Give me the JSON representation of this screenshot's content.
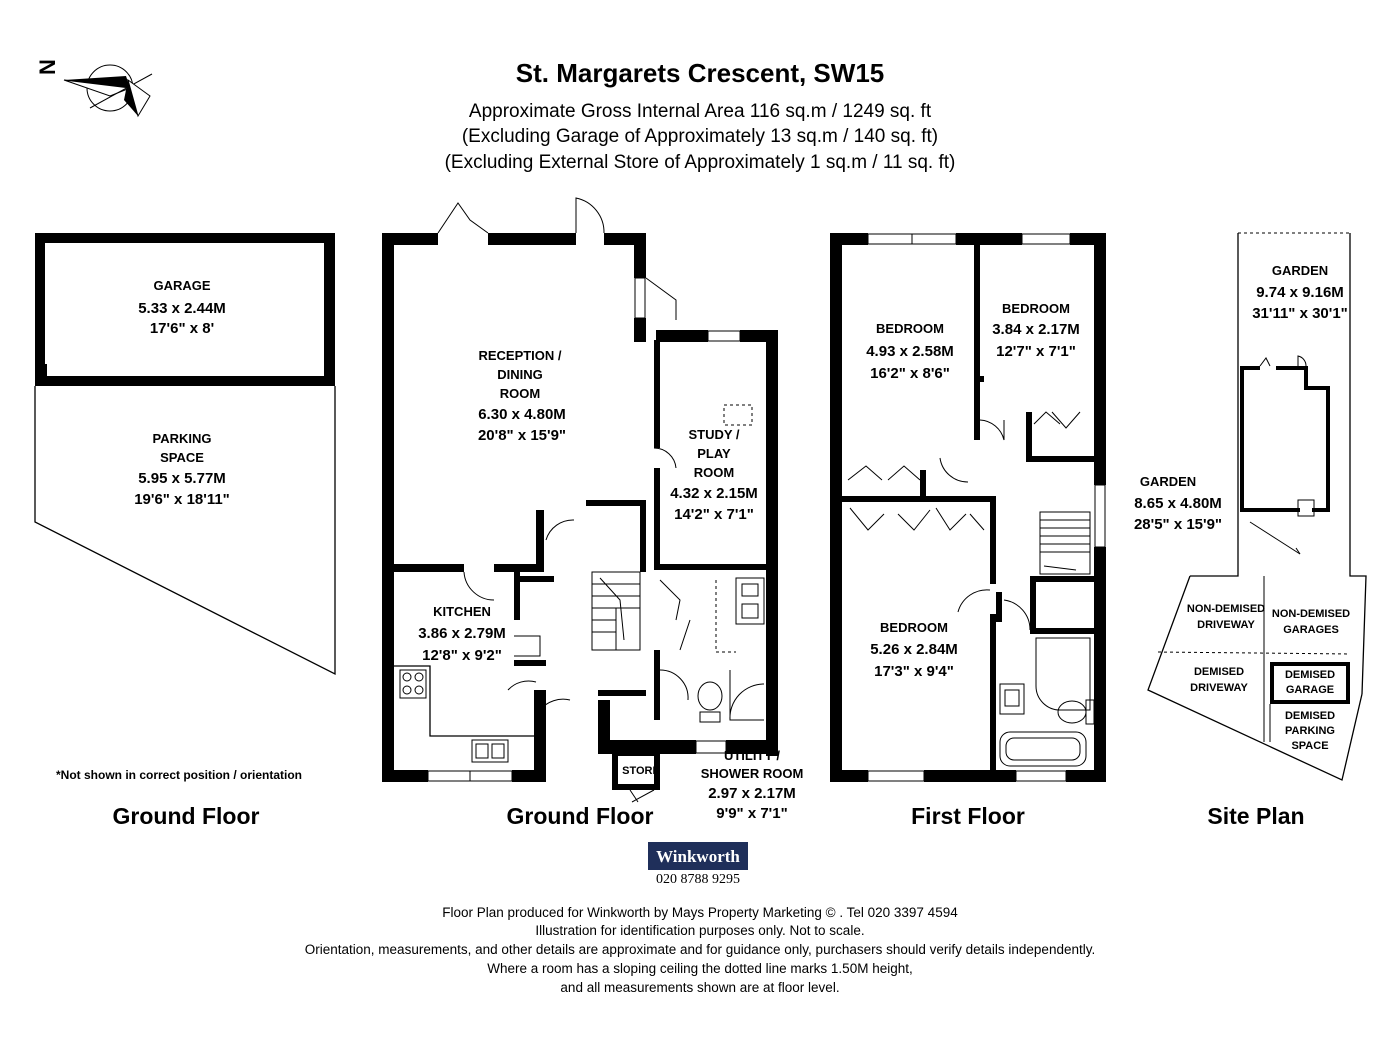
{
  "header": {
    "title": "St. Margarets Crescent, SW15",
    "area_line1": "Approximate Gross Internal Area 116 sq.m  /  1249 sq. ft",
    "area_line2": "(Excluding Garage of Approximately 13 sq.m  /  140 sq. ft)",
    "area_line3": "(Excluding External Store of Approximately 1 sq.m  /  11 sq. ft)"
  },
  "compass": {
    "label": "N"
  },
  "garage_plan": {
    "caption": "Ground Floor",
    "note": "*Not shown in correct position / orientation",
    "garage": {
      "name": "GARAGE",
      "metric": "5.33 x 2.44M",
      "imperial": "17'6\" x 8'"
    },
    "parking": {
      "name1": "PARKING",
      "name2": "SPACE",
      "metric": "5.95 x 5.77M",
      "imperial": "19'6\" x 18'11\""
    }
  },
  "ground_floor": {
    "caption": "Ground Floor",
    "reception": {
      "name1": "RECEPTION /",
      "name2": "DINING",
      "name3": "ROOM",
      "metric": "6.30 x 4.80M",
      "imperial": "20'8\" x 15'9\""
    },
    "study": {
      "name1": "STUDY /",
      "name2": "PLAY",
      "name3": "ROOM",
      "metric": "4.32 x 2.15M",
      "imperial": "14'2\" x 7'1\""
    },
    "kitchen": {
      "name": "KITCHEN",
      "metric": "3.86 x 2.79M",
      "imperial": "12'8\" x 9'2\""
    },
    "utility": {
      "name1": "UTILITY /",
      "name2": "SHOWER ROOM",
      "metric": "2.97 x 2.17M",
      "imperial": "9'9\" x 7'1\""
    },
    "store": {
      "name": "STORE"
    }
  },
  "first_floor": {
    "caption": "First Floor",
    "bedroom1": {
      "name": "BEDROOM",
      "metric": "4.93 x 2.58M",
      "imperial": "16'2\" x 8'6\""
    },
    "bedroom2": {
      "name": "BEDROOM",
      "metric": "3.84 x 2.17M",
      "imperial": "12'7\" x 7'1\""
    },
    "bedroom3": {
      "name": "BEDROOM",
      "metric": "5.26 x 2.84M",
      "imperial": "17'3\" x 9'4\""
    }
  },
  "site_plan": {
    "caption": "Site Plan",
    "garden_rear": {
      "name": "GARDEN",
      "metric": "9.74 x 9.16M",
      "imperial": "31'11\" x 30'1\""
    },
    "garden_front": {
      "name": "GARDEN",
      "metric": "8.65 x 4.80M",
      "imperial": "28'5\" x 15'9\""
    },
    "nd_driveway": {
      "line1": "NON-DEMISED",
      "line2": "DRIVEWAY"
    },
    "nd_garages": {
      "line1": "NON-DEMISED",
      "line2": "GARAGES"
    },
    "d_driveway": {
      "line1": "DEMISED",
      "line2": "DRIVEWAY"
    },
    "d_garage": {
      "line1": "DEMISED",
      "line2": "GARAGE"
    },
    "d_parking": {
      "line1": "DEMISED",
      "line2": "PARKING",
      "line3": "SPACE"
    }
  },
  "branding": {
    "name": "Winkworth",
    "phone": "020 8788 9295",
    "color": "#1f2f5a"
  },
  "footer": {
    "line1": "Floor Plan produced for Winkworth by Mays Property Marketing © . Tel 020 3397 4594",
    "line2": "Illustration for identification purposes only. Not to scale.",
    "line3": "Orientation, measurements, and other details are approximate and for guidance only, purchasers should verify details independently.",
    "line4": "Where a room has a sloping ceiling the dotted line marks 1.50M height,",
    "line5": "and all measurements shown are at floor level."
  }
}
